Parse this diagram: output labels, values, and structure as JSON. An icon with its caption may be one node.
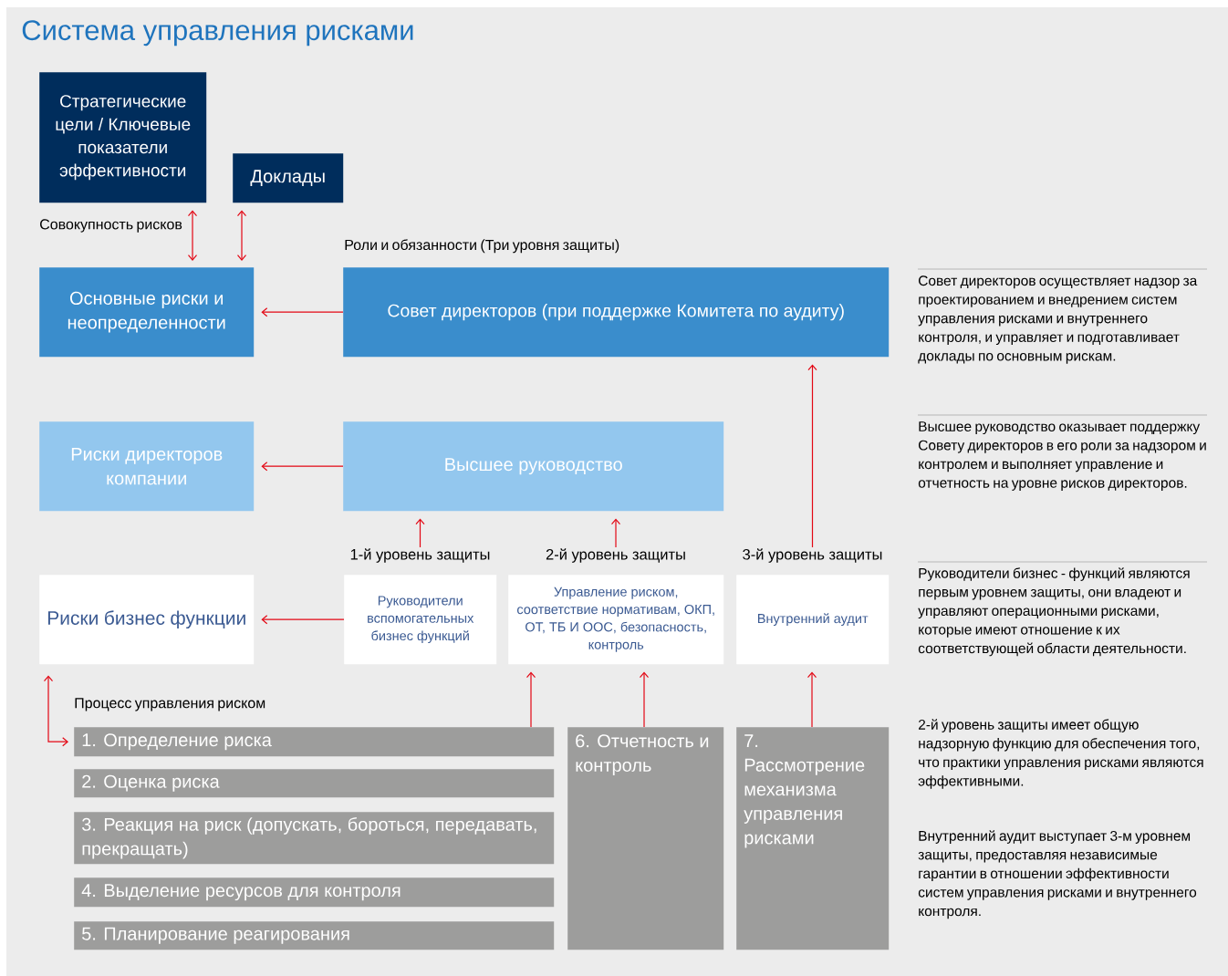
{
  "diagram": {
    "title": "Система управления рисками",
    "nodes": [
      {
        "text": [
          "Стратегические цели / Ключевые показатели эффективности"
        ]
      },
      {
        "text": [
          "Доклады"
        ]
      },
      {
        "text": [
          "Основные риски и неопределенности"
        ]
      },
      {
        "text": [
          "Совет директоров (при поддержке Комитета по аудиту)"
        ]
      },
      {
        "text": [
          "Риски директоров компании"
        ]
      },
      {
        "text": [
          "Высшее руководство"
        ]
      },
      {
        "text": [
          "Риски бизнес функции"
        ]
      },
      {
        "text": [
          "Руководители вспомогательных бизнес функций"
        ],
        "beside": [
          "1-й уровень защиты"
        ]
      },
      {
        "text": [
          "Управление риском, соответствие нормативам, ОКП, ОТ, ТБ И ООС, безопасность, контроль"
        ],
        "beside": [
          "2-й уровень защиты"
        ]
      },
      {
        "text": [
          "Внутренний аудит"
        ],
        "beside": [
          "3-й уровень защиты"
        ]
      },
      {
        "text": [
          "1. Определение риска"
        ]
      },
      {
        "text": [
          "2. Оценка риска"
        ]
      },
      {
        "text": [
          "3. Реакция на риск (допускать, бороться, передавать, прекращать)"
        ]
      },
      {
        "text": [
          "4. Выделение ресурсов для контроля"
        ]
      },
      {
        "text": [
          "5. Планирование реагирования"
        ]
      },
      {
        "text": [
          "6. Отчетность и контроль"
        ]
      },
      {
        "text": [
          "7. Рассмотрение механизма управления рисками"
        ]
      }
    ],
    "edges": [
      {
        "from": 0,
        "to": 2,
        "arrow": "both"
      },
      {
        "from": 1,
        "to": 2,
        "arrow": "both"
      },
      {
        "from": 3,
        "to": 2,
        "arrow": "to"
      },
      {
        "from": 5,
        "to": 4,
        "arrow": "to"
      },
      {
        "from": 7,
        "to": 5,
        "arrow": "to"
      },
      {
        "from": 8,
        "to": 5,
        "arrow": "to"
      },
      {
        "from": 9,
        "to": 3,
        "arrow": "to"
      },
      {
        "from": 7,
        "to": 6,
        "arrow": "to"
      },
      {
        "from": 6,
        "to": 10,
        "arrow": "both"
      },
      {
        "from": 10,
        "to": 8,
        "arrow": "to"
      },
      {
        "from": 15,
        "to": 8,
        "arrow": "to"
      },
      {
        "from": 16,
        "to": 9,
        "arrow": "to"
      }
    ],
    "labels": [
      "Совокупность рисков",
      "Роли и обязанности (Три уровня защиты)",
      "Процесс управления риском",
      "Совет директоров осуществляет надзор за проектированием и внедрением систем управления рисками и внутреннего контроля, и управляет и подготавливает доклады по основным рискам.",
      "Высшее руководство оказывает поддержку Совету директоров в его роли за надзором и контролем и выполняет управление и отчетность на уровне рисков директоров.",
      "Руководители бизнес - функций являются первым уровнем защиты, они владеют и управляют операционными рисками, которые имеют отношение к их соответствующей области деятельности.",
      "2-й уровень защиты имеет общую надзорную функцию для обеспечения того, что практики управления рисками являются эффективными.",
      "Внутренний аудит выступает 3-м уровнем защиты, предоставляя независимые гарантии в отношении эффективности систем управления рисками и внутреннего контроля."
    ]
  }
}
